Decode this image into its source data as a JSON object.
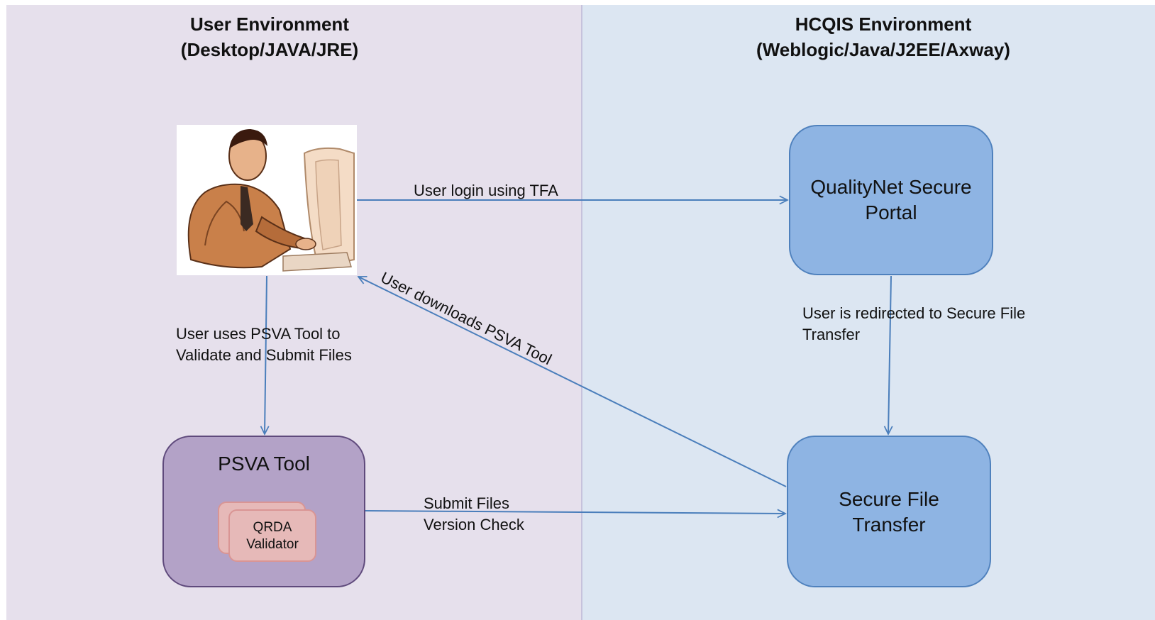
{
  "lanes": {
    "left": {
      "title_line1": "User Environment",
      "title_line2": "(Desktop/JAVA/JRE)"
    },
    "right": {
      "title_line1": "HCQIS Environment",
      "title_line2": "(Weblogic/Java/J2EE/Axway)"
    }
  },
  "nodes": {
    "user": {
      "icon": "user-at-computer-icon"
    },
    "portal": {
      "line1": "QualityNet Secure",
      "line2": "Portal"
    },
    "sft": {
      "line1": "Secure File",
      "line2": "Transfer"
    },
    "psva": {
      "title": "PSVA Tool",
      "validator_line1": "QRDA",
      "validator_line2": "Validator"
    }
  },
  "edges": {
    "login": "User login using TFA",
    "redirect_line1": "User is redirected to  Secure File",
    "redirect_line2": "Transfer",
    "download": "User downloads PSVA Tool",
    "uses_line1": "User uses PSVA Tool to",
    "uses_line2": "Validate and Submit Files",
    "submit_line1": "Submit Files",
    "submit_line2": "Version Check"
  },
  "colors": {
    "left_lane": "#e6e0ec",
    "right_lane": "#dce6f2",
    "blue_box": "#8eb4e3",
    "purple_box": "#b3a2c7",
    "validator": "#e6b9b8",
    "arrow": "#4a7ebb"
  }
}
